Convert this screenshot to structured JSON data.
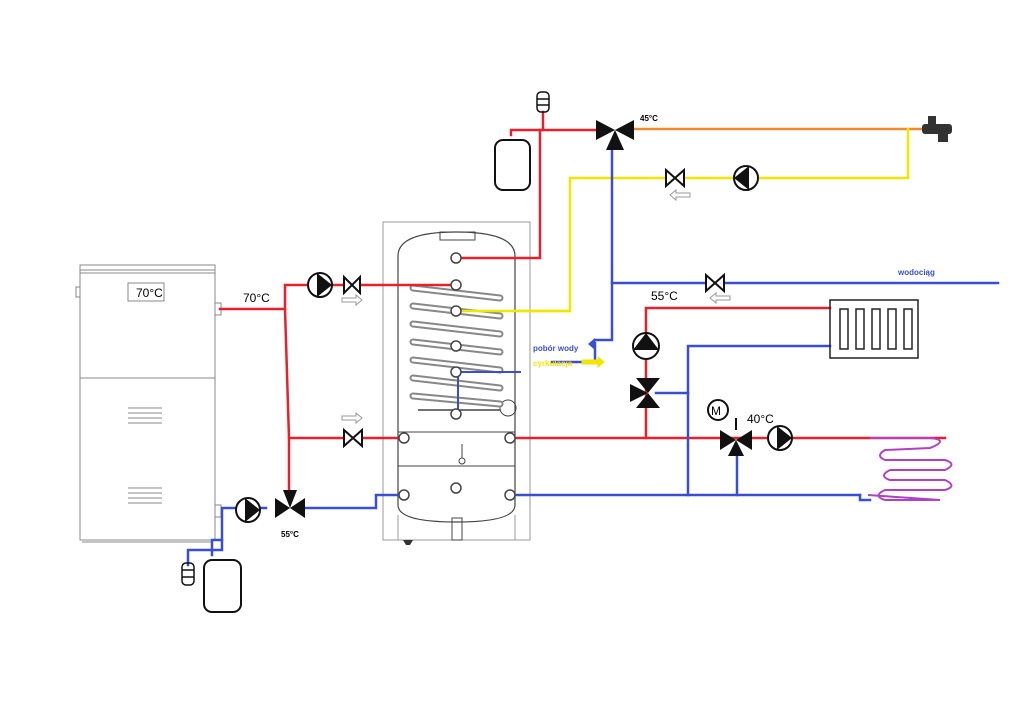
{
  "colors": {
    "supply": "#e8202a",
    "return": "#3a4fd0",
    "dhw_hot": "#f08a30",
    "circulation": "#f2e600",
    "floor_loop": "#b040c8",
    "equipment_line": "#222222",
    "equipment_light": "#888888"
  },
  "labels": {
    "boiler_display": "70°C",
    "boiler_supply_temp": "70°C",
    "return_mixer_temp": "55°C",
    "dhw_mixer_temp": "45°C",
    "radiator_temp": "55°C",
    "floor_temp": "40°C",
    "water_main": "wodociąg",
    "water_draw": "pobór wody",
    "circulation": "cyrkulacja",
    "actuator": "M"
  },
  "components": {
    "boiler": "boiler",
    "tank": "buffer-dhw-tank",
    "radiator": "radiator",
    "floor_heating": "underfloor-loop",
    "expansion_vessels": 2,
    "pumps": 5,
    "valves_three_way": 4,
    "check_valves": 4
  }
}
